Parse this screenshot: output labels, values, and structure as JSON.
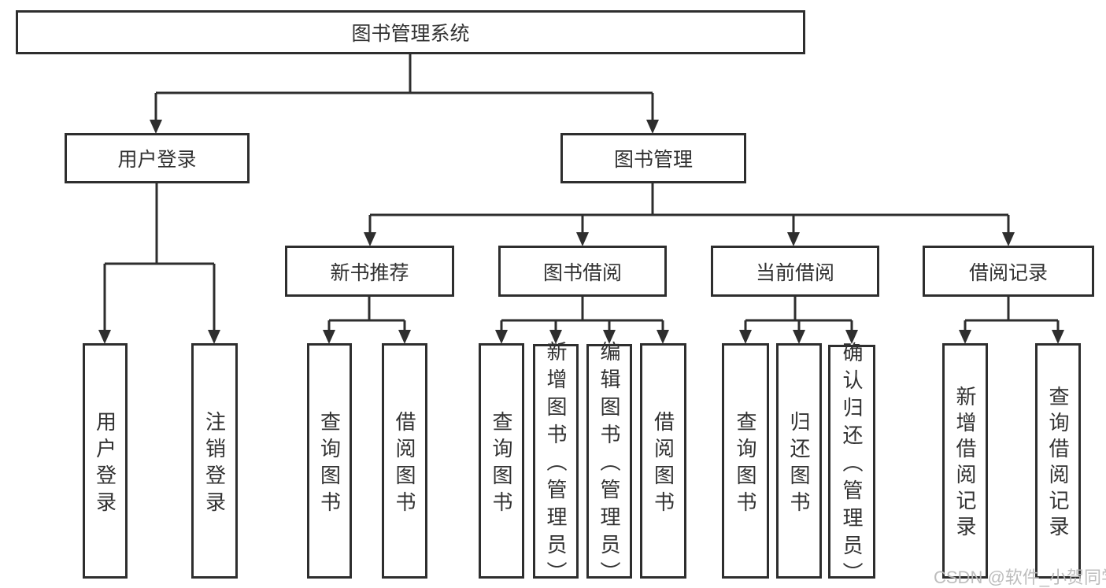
{
  "diagram": {
    "root": {
      "label": "图书管理系统"
    },
    "level2": [
      {
        "id": "user-login",
        "label": "用户登录"
      },
      {
        "id": "book-management",
        "label": "图书管理"
      }
    ],
    "level3": [
      {
        "id": "new-book-recommend",
        "label": "新书推荐"
      },
      {
        "id": "book-borrowing",
        "label": "图书借阅"
      },
      {
        "id": "current-borrowing",
        "label": "当前借阅"
      },
      {
        "id": "borrowing-records",
        "label": "借阅记录"
      }
    ],
    "level4": [
      {
        "id": "user-login-action",
        "label": "用户登录"
      },
      {
        "id": "logout-action",
        "label": "注销登录"
      },
      {
        "id": "query-books-rec",
        "label": "查询图书"
      },
      {
        "id": "borrow-books-rec",
        "label": "借阅图书"
      },
      {
        "id": "query-books-borrow",
        "label": "查询图书"
      },
      {
        "id": "add-book-admin",
        "label": "新增图书（管理员）"
      },
      {
        "id": "edit-book-admin",
        "label": "编辑图书（管理员）"
      },
      {
        "id": "borrow-books-borrow",
        "label": "借阅图书"
      },
      {
        "id": "query-books-current",
        "label": "查询图书"
      },
      {
        "id": "return-book",
        "label": "归还图书"
      },
      {
        "id": "confirm-return-admin",
        "label": "确认归还（管理员）"
      },
      {
        "id": "add-borrow-record",
        "label": "新增借阅记录"
      },
      {
        "id": "query-borrow-record",
        "label": "查询借阅记录"
      }
    ]
  },
  "watermark": {
    "text": "CSDN @软件_小贺同学"
  },
  "colors": {
    "line": "#2e2e2e",
    "node_border": "#2e2e2e",
    "node_text": "#323232",
    "background": "#ffffff",
    "watermark_text": "#b9b9b9"
  }
}
